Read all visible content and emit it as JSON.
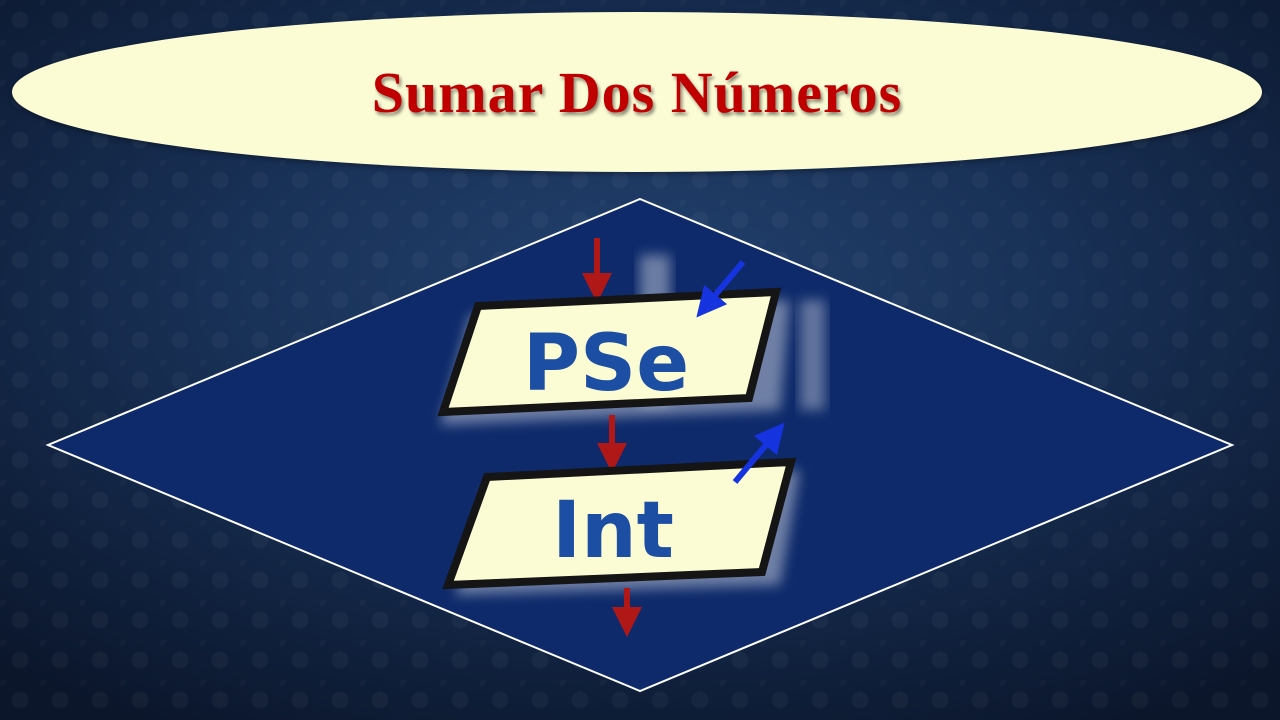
{
  "title": "Sumar Dos Números",
  "logo": {
    "top_label": "PSe",
    "bottom_label": "Int"
  },
  "colors": {
    "title_text": "#c00000",
    "ellipse_fill": "#fbfbd4",
    "diamond_fill": "#0e2a6a",
    "box_fill": "#fbfbd4",
    "flow_arrow": "#b01818",
    "io_arrow": "#1633e0",
    "logo_text": "#1c4ea3"
  }
}
